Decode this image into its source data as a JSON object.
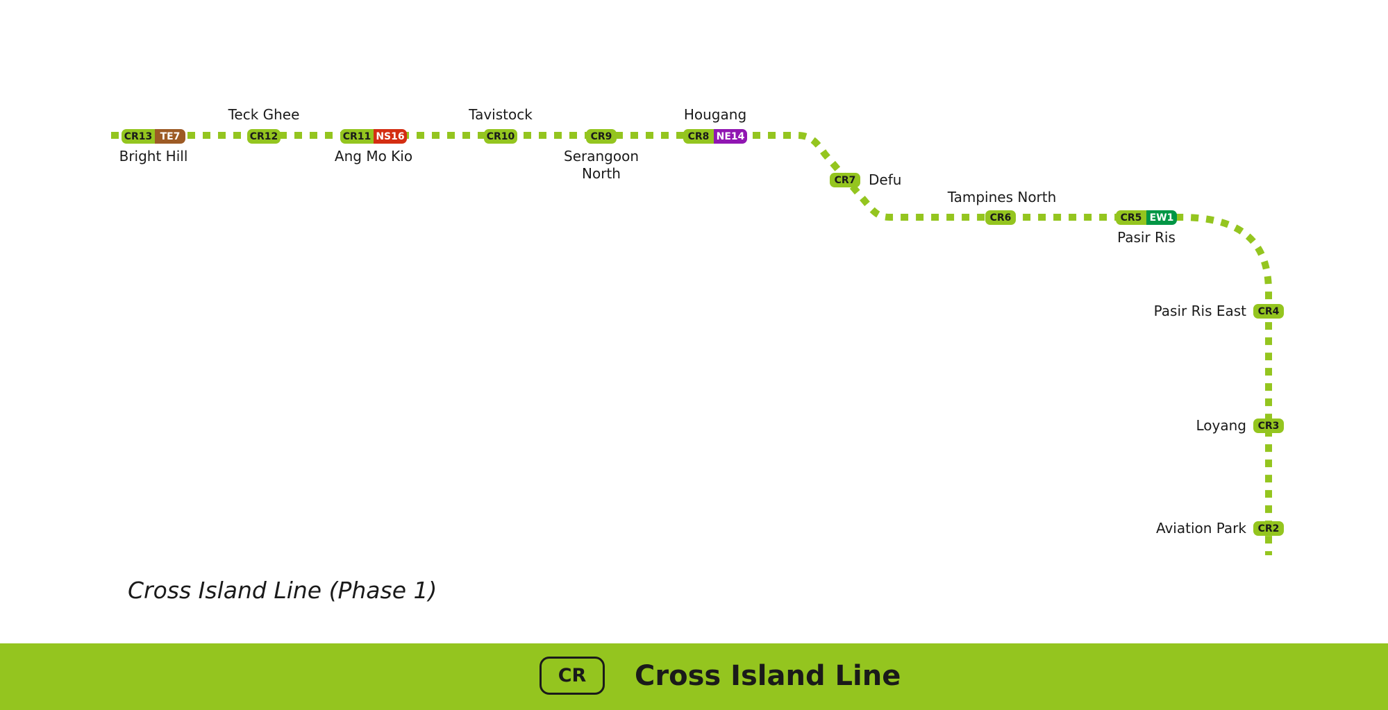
{
  "colors": {
    "cr": "#94c51f",
    "te": "#9d5b25",
    "ns": "#d42e12",
    "ne": "#9016b2",
    "ew": "#009645",
    "code_text_dark": "#1a1a1a",
    "code_text_light": "#ffffff"
  },
  "subtitle": "Cross Island Line (Phase 1)",
  "footer": {
    "badge": "CR",
    "title": "Cross Island Line"
  },
  "stations": [
    {
      "code": "CR13",
      "name_lines": [
        "Bright Hill"
      ],
      "interchange": {
        "code": "TE7",
        "line": "te"
      }
    },
    {
      "code": "CR12",
      "name_lines": [
        "Teck Ghee"
      ]
    },
    {
      "code": "CR11",
      "name_lines": [
        "Ang Mo Kio"
      ],
      "interchange": {
        "code": "NS16",
        "line": "ns"
      }
    },
    {
      "code": "CR10",
      "name_lines": [
        "Tavistock"
      ]
    },
    {
      "code": "CR9",
      "name_lines": [
        "Serangoon",
        "North"
      ]
    },
    {
      "code": "CR8",
      "name_lines": [
        "Hougang"
      ],
      "interchange": {
        "code": "NE14",
        "line": "ne"
      }
    },
    {
      "code": "CR7",
      "name_lines": [
        "Defu"
      ]
    },
    {
      "code": "CR6",
      "name_lines": [
        "Tampines North"
      ]
    },
    {
      "code": "CR5",
      "name_lines": [
        "Pasir Ris"
      ],
      "interchange": {
        "code": "EW1",
        "line": "ew"
      }
    },
    {
      "code": "CR4",
      "name_lines": [
        "Pasir Ris East"
      ]
    },
    {
      "code": "CR3",
      "name_lines": [
        "Loyang"
      ]
    },
    {
      "code": "CR2",
      "name_lines": [
        "Aviation Park"
      ]
    }
  ]
}
